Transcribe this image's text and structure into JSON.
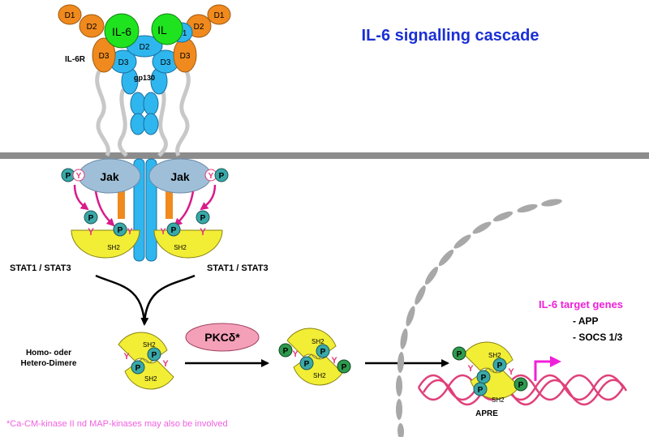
{
  "title": "IL-6 signalling cascade",
  "labels": {
    "il6_left": "IL-6",
    "il6_right": "IL",
    "il6r": "IL-6R",
    "gp130": "gp130",
    "d1": "D1",
    "d2": "D2",
    "d3": "D3",
    "jak": "Jak",
    "p": "P",
    "y": "Y",
    "sh2": "SH2",
    "stat_left": "STAT1 / STAT3",
    "stat_right": "STAT1  / STAT3",
    "dimer_line1": "Homo-  oder",
    "dimer_line2": "Hetero-Dimere",
    "pkc": "PKCδ*",
    "apre": "APRE",
    "target_title": "IL-6 target genes",
    "target_gene1": "- APP",
    "target_gene2": "- SOCS 1/3",
    "footnote": "*Ca-CM-kinase II nd MAP-kinases may also be involved"
  },
  "colors": {
    "title": "#1a2fd4",
    "il6": "#1fe31f",
    "d_domain": "#f08a1e",
    "gp130": "#2fb6ee",
    "jak": "#9fbfd8",
    "stat": "#f2ee36",
    "phospho_teal": "#3aa8a8",
    "phospho_green": "#2e9a4e",
    "tyrosine": "#e23c7c",
    "arrow_magenta": "#d81b8a",
    "pkc": "#f4a0b8",
    "membrane": "#8c8c8c",
    "nucleus": "#a8a8a8",
    "dna": "#e0407a",
    "target": "#f020d8",
    "footnote": "#f060e0"
  }
}
